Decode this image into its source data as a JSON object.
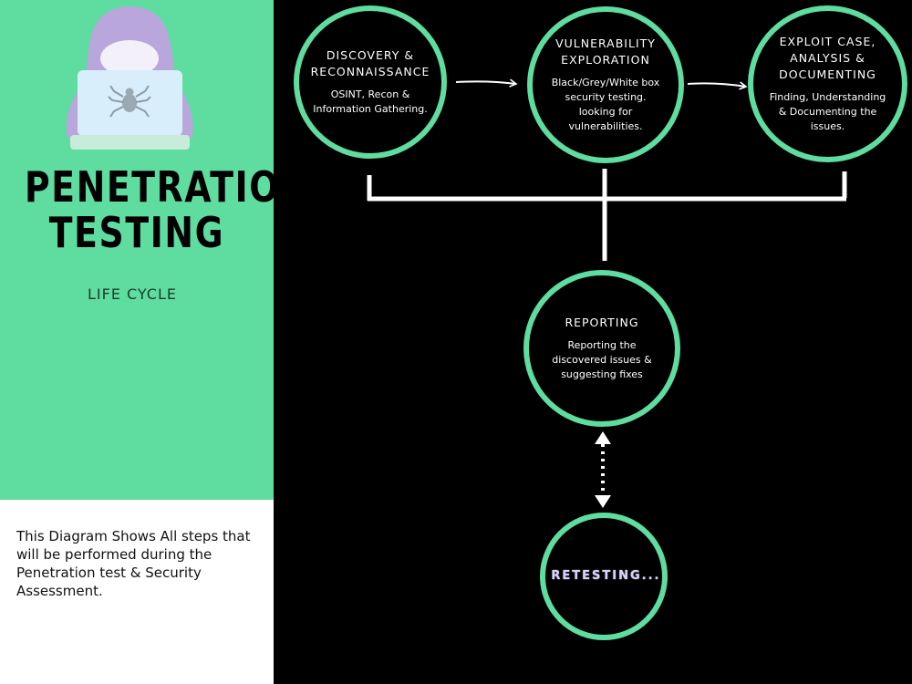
{
  "sidebar": {
    "title_line1": "PENETRATION",
    "title_line2": "TESTING",
    "subtitle": "LIFE CYCLE",
    "caption": "This Diagram Shows All steps that will be performed during the Penetration test & Security Assessment."
  },
  "diagram": {
    "nodes": [
      {
        "heading": "DISCOVERY & RECONNAISSANCE",
        "description": "OSINT, Recon & Information Gathering."
      },
      {
        "heading": "VULNERABILITY EXPLORATION",
        "description": "Black/Grey/White box security testing. looking for vulnerabilities."
      },
      {
        "heading": "EXPLOIT CASE, ANALYSIS & DOCUMENTING",
        "description": "Finding, Understanding & Documenting the issues."
      },
      {
        "heading": "REPORTING",
        "description": "Reporting the discovered issues & suggesting fixes"
      },
      {
        "heading": "RETESTING..."
      }
    ]
  },
  "colors": {
    "accent_green": "#5fdc9f",
    "background": "#000000",
    "caption_background": "#ffffff",
    "hood_purple": "#b9a6dc",
    "laptop_screen": "#d8eefb"
  },
  "icons": {
    "illustration": "hooded-hacker-laptop-icon",
    "laptop_logo": "spider-icon"
  }
}
